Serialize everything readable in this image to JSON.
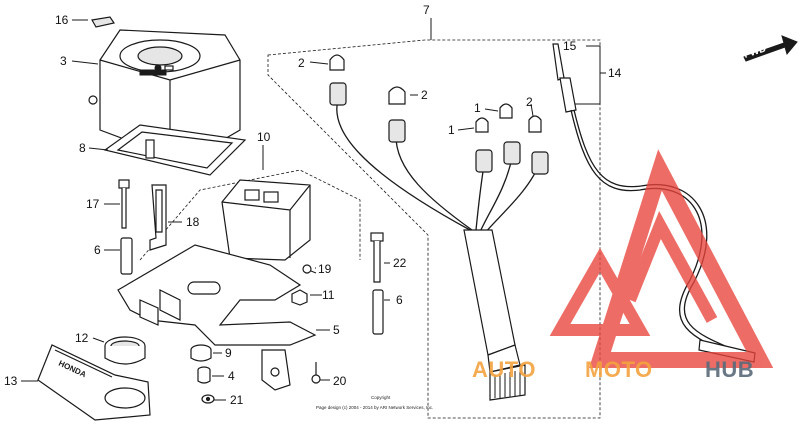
{
  "labels": {
    "1a": "1",
    "1b": "1",
    "2a": "2",
    "2b": "2",
    "2c": "2",
    "3": "3",
    "4": "4",
    "5": "5",
    "6a": "6",
    "6b": "6",
    "7": "7",
    "8": "8",
    "9": "9",
    "10": "10",
    "11": "11",
    "12": "12",
    "13": "13",
    "14": "14",
    "15": "15",
    "16": "16",
    "17": "17",
    "18": "18",
    "19": "19",
    "20": "20",
    "21": "21",
    "22": "22"
  },
  "fwd": "FWD",
  "cover_text": "HONDA",
  "copyright": {
    "line1": "Copyright",
    "line2": "Page design (c) 2004 - 2014 by ARI Network Services, Inc."
  },
  "watermark": {
    "part1": "AUTO",
    "part2": "MOTO",
    "part3": "HUB",
    "color_red": "#e8453c",
    "color_orange": "#f4a340",
    "color_gray": "#5a6a7a"
  }
}
